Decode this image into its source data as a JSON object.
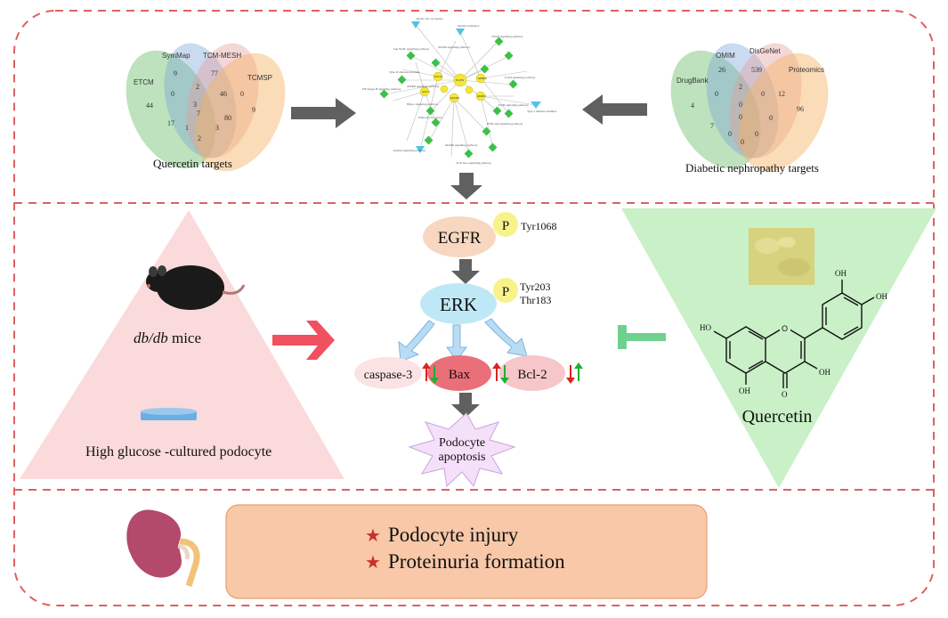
{
  "top": {
    "quercetin_venn": {
      "caption": "Quercetin targets",
      "sets": [
        "ETCM",
        "SymMap",
        "TCM-MESH",
        "TCMSP"
      ],
      "numbers": [
        "9",
        "77",
        "44",
        "0",
        "2",
        "46",
        "0",
        "3",
        "17",
        "7",
        "80",
        "9",
        "1",
        "3",
        "2"
      ]
    },
    "network": {
      "hub_nodes": [
        "EGFR",
        "MMP9",
        "AKT1",
        "MAPK",
        "MMP2",
        "PTGS",
        "SIRT",
        "MAPK"
      ],
      "pathway_nodes": [
        "Renal cell carcinoma",
        "mTOR signaling pathway",
        "Jak-STAT signaling pathway",
        "Insulin resistance",
        "Type II diabetes mellitus",
        "VEGF signaling pathway",
        "NF-kappa B signaling pathway",
        "FoxO signaling pathway",
        "AMPK signaling pathway",
        "ErbB signaling pathway",
        "Hippo signaling pathway",
        "Type I diabetes mellitus",
        "PI3K-Akt signaling pathway",
        "Pathways in cancer",
        "MAPK signaling pathway",
        "Insulin signaling pathway",
        "TGF-beta signaling pathway"
      ]
    },
    "dn_venn": {
      "caption": "Diabetic nephropathy targets",
      "sets": [
        "DrugBank",
        "OMIM",
        "DisGeNet",
        "Proteomics"
      ],
      "numbers": [
        "26",
        "539",
        "12",
        "4",
        "0",
        "2",
        "96",
        "0",
        "0",
        "7",
        "0",
        "0",
        "0",
        "0",
        "0"
      ]
    }
  },
  "middle": {
    "model": {
      "mice_label_italic": "db/db",
      "mice_label_rest": " mice",
      "podocyte_label": "High glucose -cultured podocyte"
    },
    "pathway": {
      "egfr": "EGFR",
      "egfr_site": "Tyr1068",
      "erk": "ERK",
      "erk_sites": [
        "Tyr203",
        "Thr183"
      ],
      "phospho": "P",
      "effectors": [
        "caspase-3",
        "Bax",
        "Bcl-2"
      ],
      "outcome_lines": [
        "Podocyte",
        "apoptosis"
      ]
    },
    "drug": {
      "name": "Quercetin",
      "oh_labels": [
        "OH",
        "OH",
        "HO",
        "OH",
        "OH"
      ],
      "carbonyl": "O"
    }
  },
  "bottom": {
    "outcomes": [
      "Podocyte injury",
      "Proteinuria formation"
    ]
  },
  "colors": {
    "dashed_border": "#e06060",
    "triangle_pink": "#fadadb",
    "triangle_green": "#c9f0c7",
    "egfr_fill": "#f8d7c0",
    "erk_fill": "#bfe8f6",
    "phospho_fill": "#f7f38a",
    "bax_fill": "#ea6f78",
    "side_effector_fill": "#f6c6c9",
    "outcome_box": "#f8c8a8",
    "arrow_grey": "#606060",
    "arrow_red": "#f05060",
    "inhibit_green": "#70d090",
    "star": "#c8322a"
  }
}
